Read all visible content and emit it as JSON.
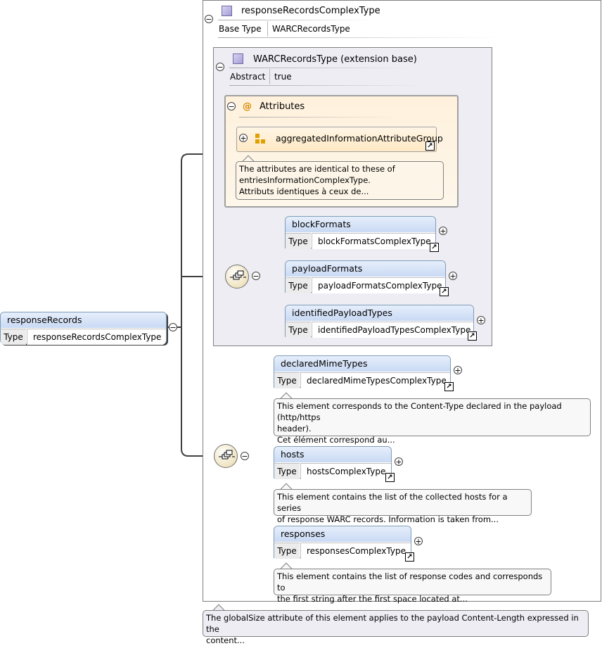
{
  "root_element": {
    "name": "responseRecords",
    "type_label": "Type",
    "type_value": "responseRecordsComplexType"
  },
  "complex_type": {
    "name": "responseRecordsComplexType",
    "base_type_label": "Base Type",
    "base_type_value": "WARCRecordsType"
  },
  "extension": {
    "name": "WARCRecordsType (extension base)",
    "abstract_label": "Abstract",
    "abstract_value": "true"
  },
  "attributes": {
    "title": "Attributes",
    "group_name": "aggregatedInformationAttributeGroup",
    "note": [
      "The attributes are identical to these of",
      "entriesInformationComplexType.",
      "Attributs identiques à ceux de..."
    ]
  },
  "inner_sequence": [
    {
      "name": "blockFormats",
      "type_label": "Type",
      "type_value": "blockFormatsComplexType"
    },
    {
      "name": "payloadFormats",
      "type_label": "Type",
      "type_value": "payloadFormatsComplexType"
    },
    {
      "name": "identifiedPayloadTypes",
      "type_label": "Type",
      "type_value": "identifiedPayloadTypesComplexType"
    }
  ],
  "outer_sequence": [
    {
      "name": "declaredMimeTypes",
      "type_label": "Type",
      "type_value": "declaredMimeTypesComplexType",
      "note": [
        "This element corresponds to the Content-Type declared in the payload (http/https",
        "header).",
        "Cet élément correspond au..."
      ]
    },
    {
      "name": "hosts",
      "type_label": "Type",
      "type_value": "hostsComplexType",
      "note": [
        "This element contains the list of the collected hosts for a series",
        "of response WARC records. Information is taken from..."
      ]
    },
    {
      "name": "responses",
      "type_label": "Type",
      "type_value": "responsesComplexType",
      "note": [
        "This element contains the list of response codes and corresponds to",
        "the first string after the first space located at..."
      ]
    }
  ],
  "bottom_note": [
    "The globalSize attribute of this element applies to the payload Content-Length expressed in the",
    "content..."
  ],
  "colors": {
    "element_header": "#c9daf4",
    "extension_bg": "#eeedf4",
    "attributes_bg": "#fff1dc",
    "note_bg": "#f8f8f8",
    "bottom_note_bg": "#eeedf4"
  }
}
